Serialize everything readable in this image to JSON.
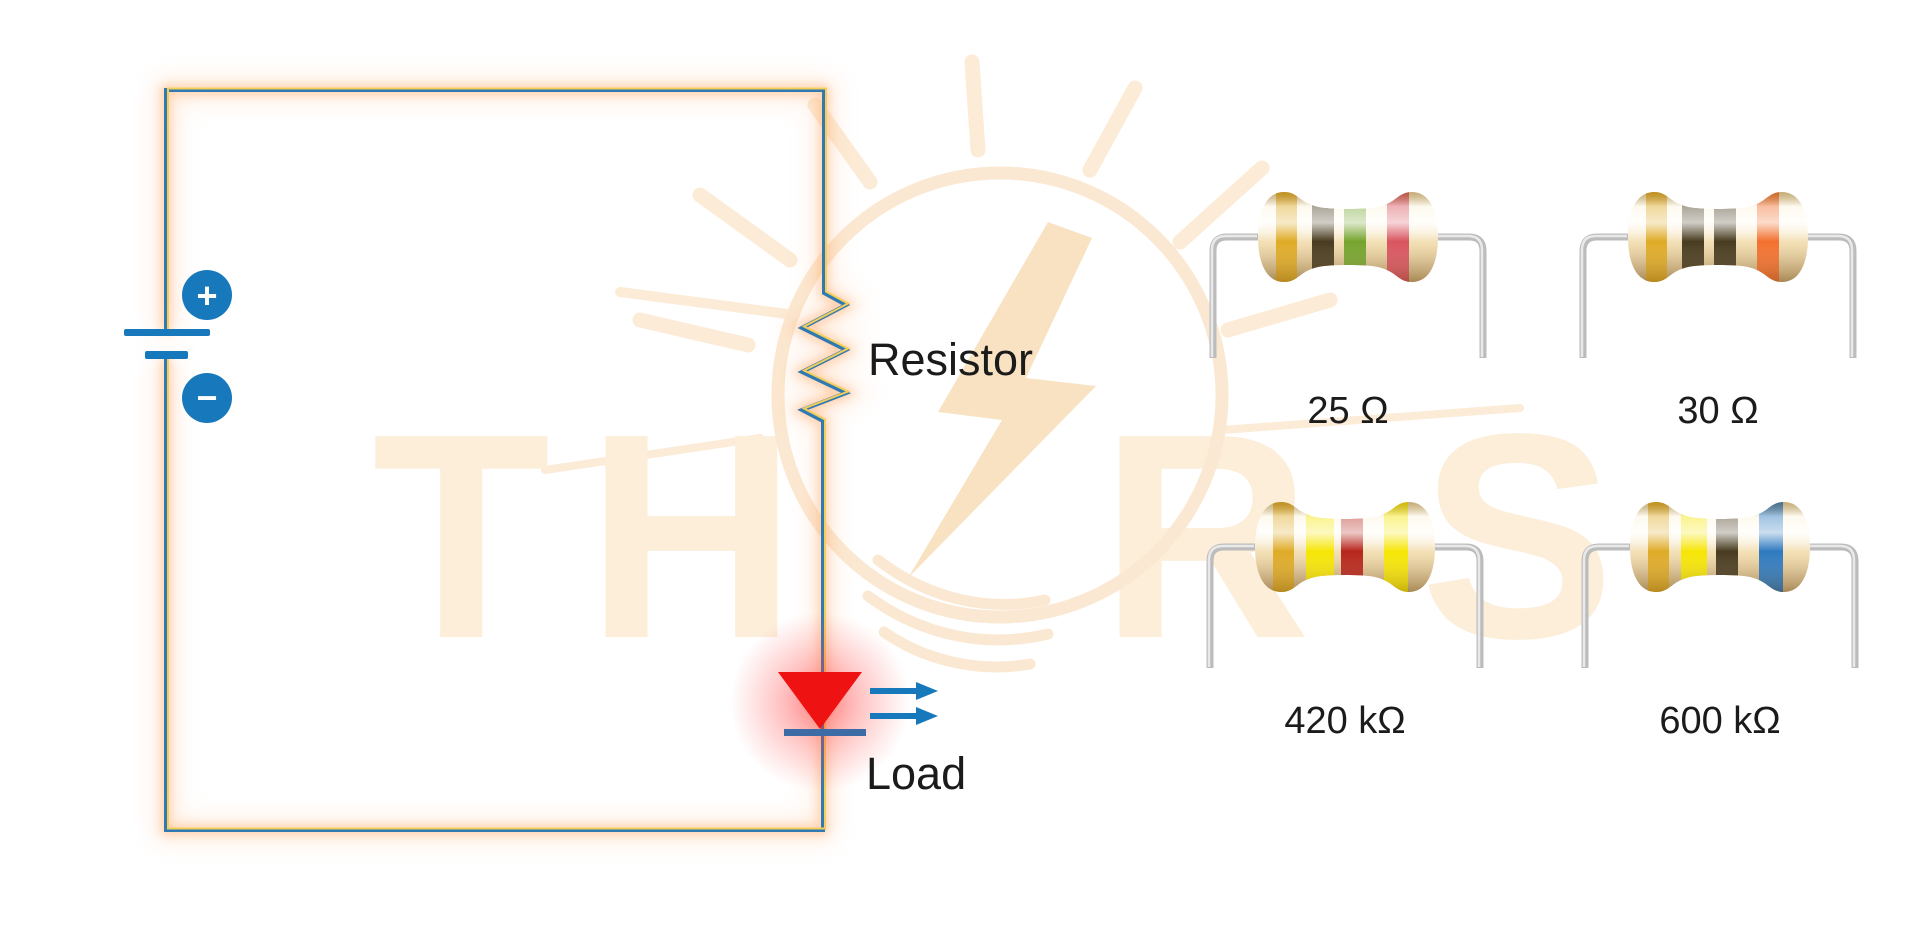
{
  "circuit": {
    "battery": {
      "positive_symbol": "+",
      "negative_symbol": "−"
    },
    "resistor_label": "Resistor",
    "load_label": "Load"
  },
  "resistor_options": [
    {
      "label": "25 Ω",
      "band_colors": [
        "#DFAB27",
        "#483B1F",
        "#75A42D",
        "#D9545F"
      ]
    },
    {
      "label": "30 Ω",
      "band_colors": [
        "#DFAB27",
        "#483B1F",
        "#483B1F",
        "#F3702E"
      ]
    },
    {
      "label": "420 kΩ",
      "band_colors": [
        "#DFAB27",
        "#F6E607",
        "#B7251B",
        "#F6E607"
      ]
    },
    {
      "label": "600 kΩ",
      "band_colors": [
        "#DFAB27",
        "#F6E607",
        "#483B1F",
        "#2E7ABF"
      ]
    }
  ],
  "watermark": {
    "letters": [
      "T",
      "H",
      "R",
      "S"
    ]
  },
  "colors": {
    "wire_blue": "#2F7AB3",
    "wire_gold": "#F5CE5A",
    "glow_orange": "#FFA866",
    "battery_blue": "#1878BC",
    "led_red": "#EE1212",
    "led_bar_blue": "#3D6BA5",
    "arrow_blue": "#1878BC",
    "label_text": "#1B1B1B",
    "lead_gray": "#BCBCBC",
    "watermark_cream": "#FBE8D2"
  }
}
